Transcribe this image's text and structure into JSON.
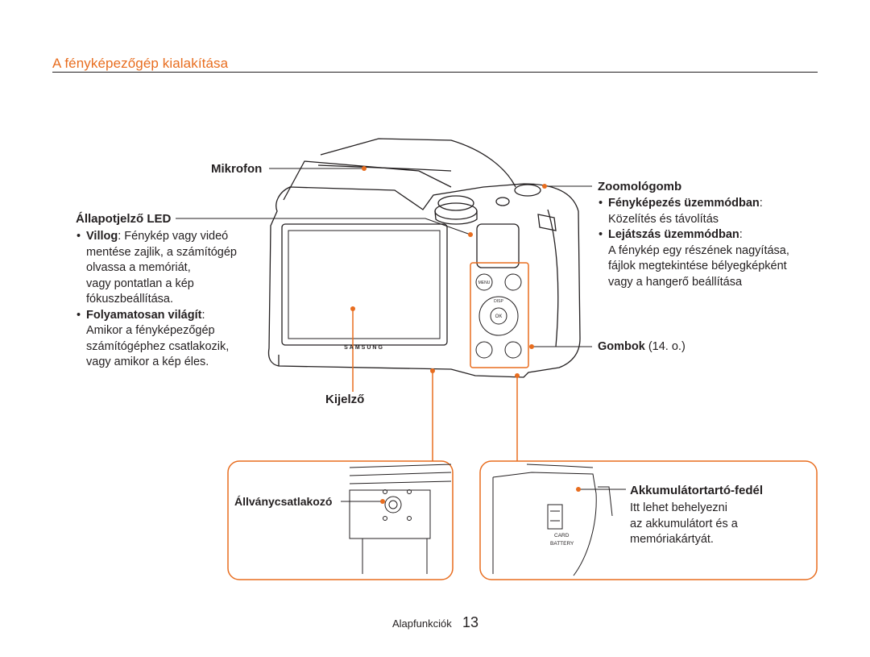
{
  "page": {
    "title": "A fényképezőgép kialakítása",
    "footer_section": "Alapfunkciók",
    "page_number": "13"
  },
  "camera": {
    "brand": "SAMSUNG",
    "buttons": {
      "menu": "MENU",
      "disp": "DISP",
      "ok": "OK"
    },
    "battery_cover_text": {
      "card": "CARD",
      "battery": "BATTERY"
    }
  },
  "labels": {
    "microphone": "Mikrofon",
    "status_led": {
      "title": "Állapotjelző LED",
      "blink_term": "Villog",
      "blink_desc_lines": [
        ": Fénykép vagy videó",
        "mentése zajlik, a számítógép",
        "olvassa a memóriát,",
        "vagy pontatlan a kép",
        "fókuszbeállítása."
      ],
      "steady_term": "Folyamatosan világít",
      "steady_desc_lines": [
        ":",
        "Amikor a fényképezőgép",
        "számítógéphez csatlakozik,",
        "vagy amikor a kép éles."
      ]
    },
    "zoom": {
      "title": "Zoomológomb",
      "shooting_term": "Fényképezés üzemmódban",
      "shooting_desc_lines": [
        ":",
        "Közelítés és távolítás"
      ],
      "playback_term": "Lejátszás üzemmódban",
      "playback_desc_lines": [
        ":",
        "A fénykép egy részének nagyítása,",
        "fájlok megtekintése bélyegképként",
        "vagy a hangerő beállítása"
      ]
    },
    "buttons": {
      "title": "Gombok",
      "ref": " (14. o.)"
    },
    "display": "Kijelző",
    "tripod": "Állványcsatlakozó",
    "battery_cover": {
      "title": "Akkumulátortartó-fedél",
      "desc_lines": [
        "Itt lehet behelyezni",
        "az akkumulátort és a",
        "memóriakártyát."
      ]
    }
  },
  "colors": {
    "accent": "#e86d1f",
    "text": "#231f20",
    "line": "#231f20"
  }
}
